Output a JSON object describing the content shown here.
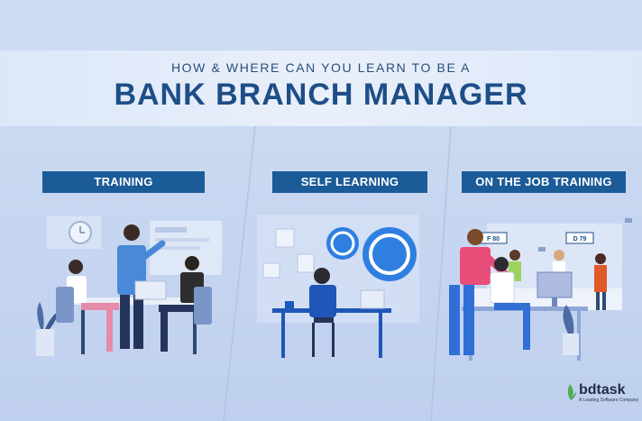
{
  "header": {
    "subtitle": "HOW & WHERE CAN YOU LEARN TO BE A",
    "title": "BANK BRANCH MANAGER"
  },
  "sections": [
    {
      "label": "TRAINING"
    },
    {
      "label": "SELF LEARNING"
    },
    {
      "label": "ON THE JOB TRAINING"
    }
  ],
  "illustration": {
    "counter_signs": [
      "F 80",
      "D 79"
    ]
  },
  "logo": {
    "name": "bdtask",
    "tagline": "A Leading Software Company",
    "icon": "leaf-logo-icon"
  },
  "colors": {
    "title": "#1d4e87",
    "label_bg": "#1b5b97",
    "background": "#cfdcf2",
    "gear": "#2f7fe0"
  }
}
